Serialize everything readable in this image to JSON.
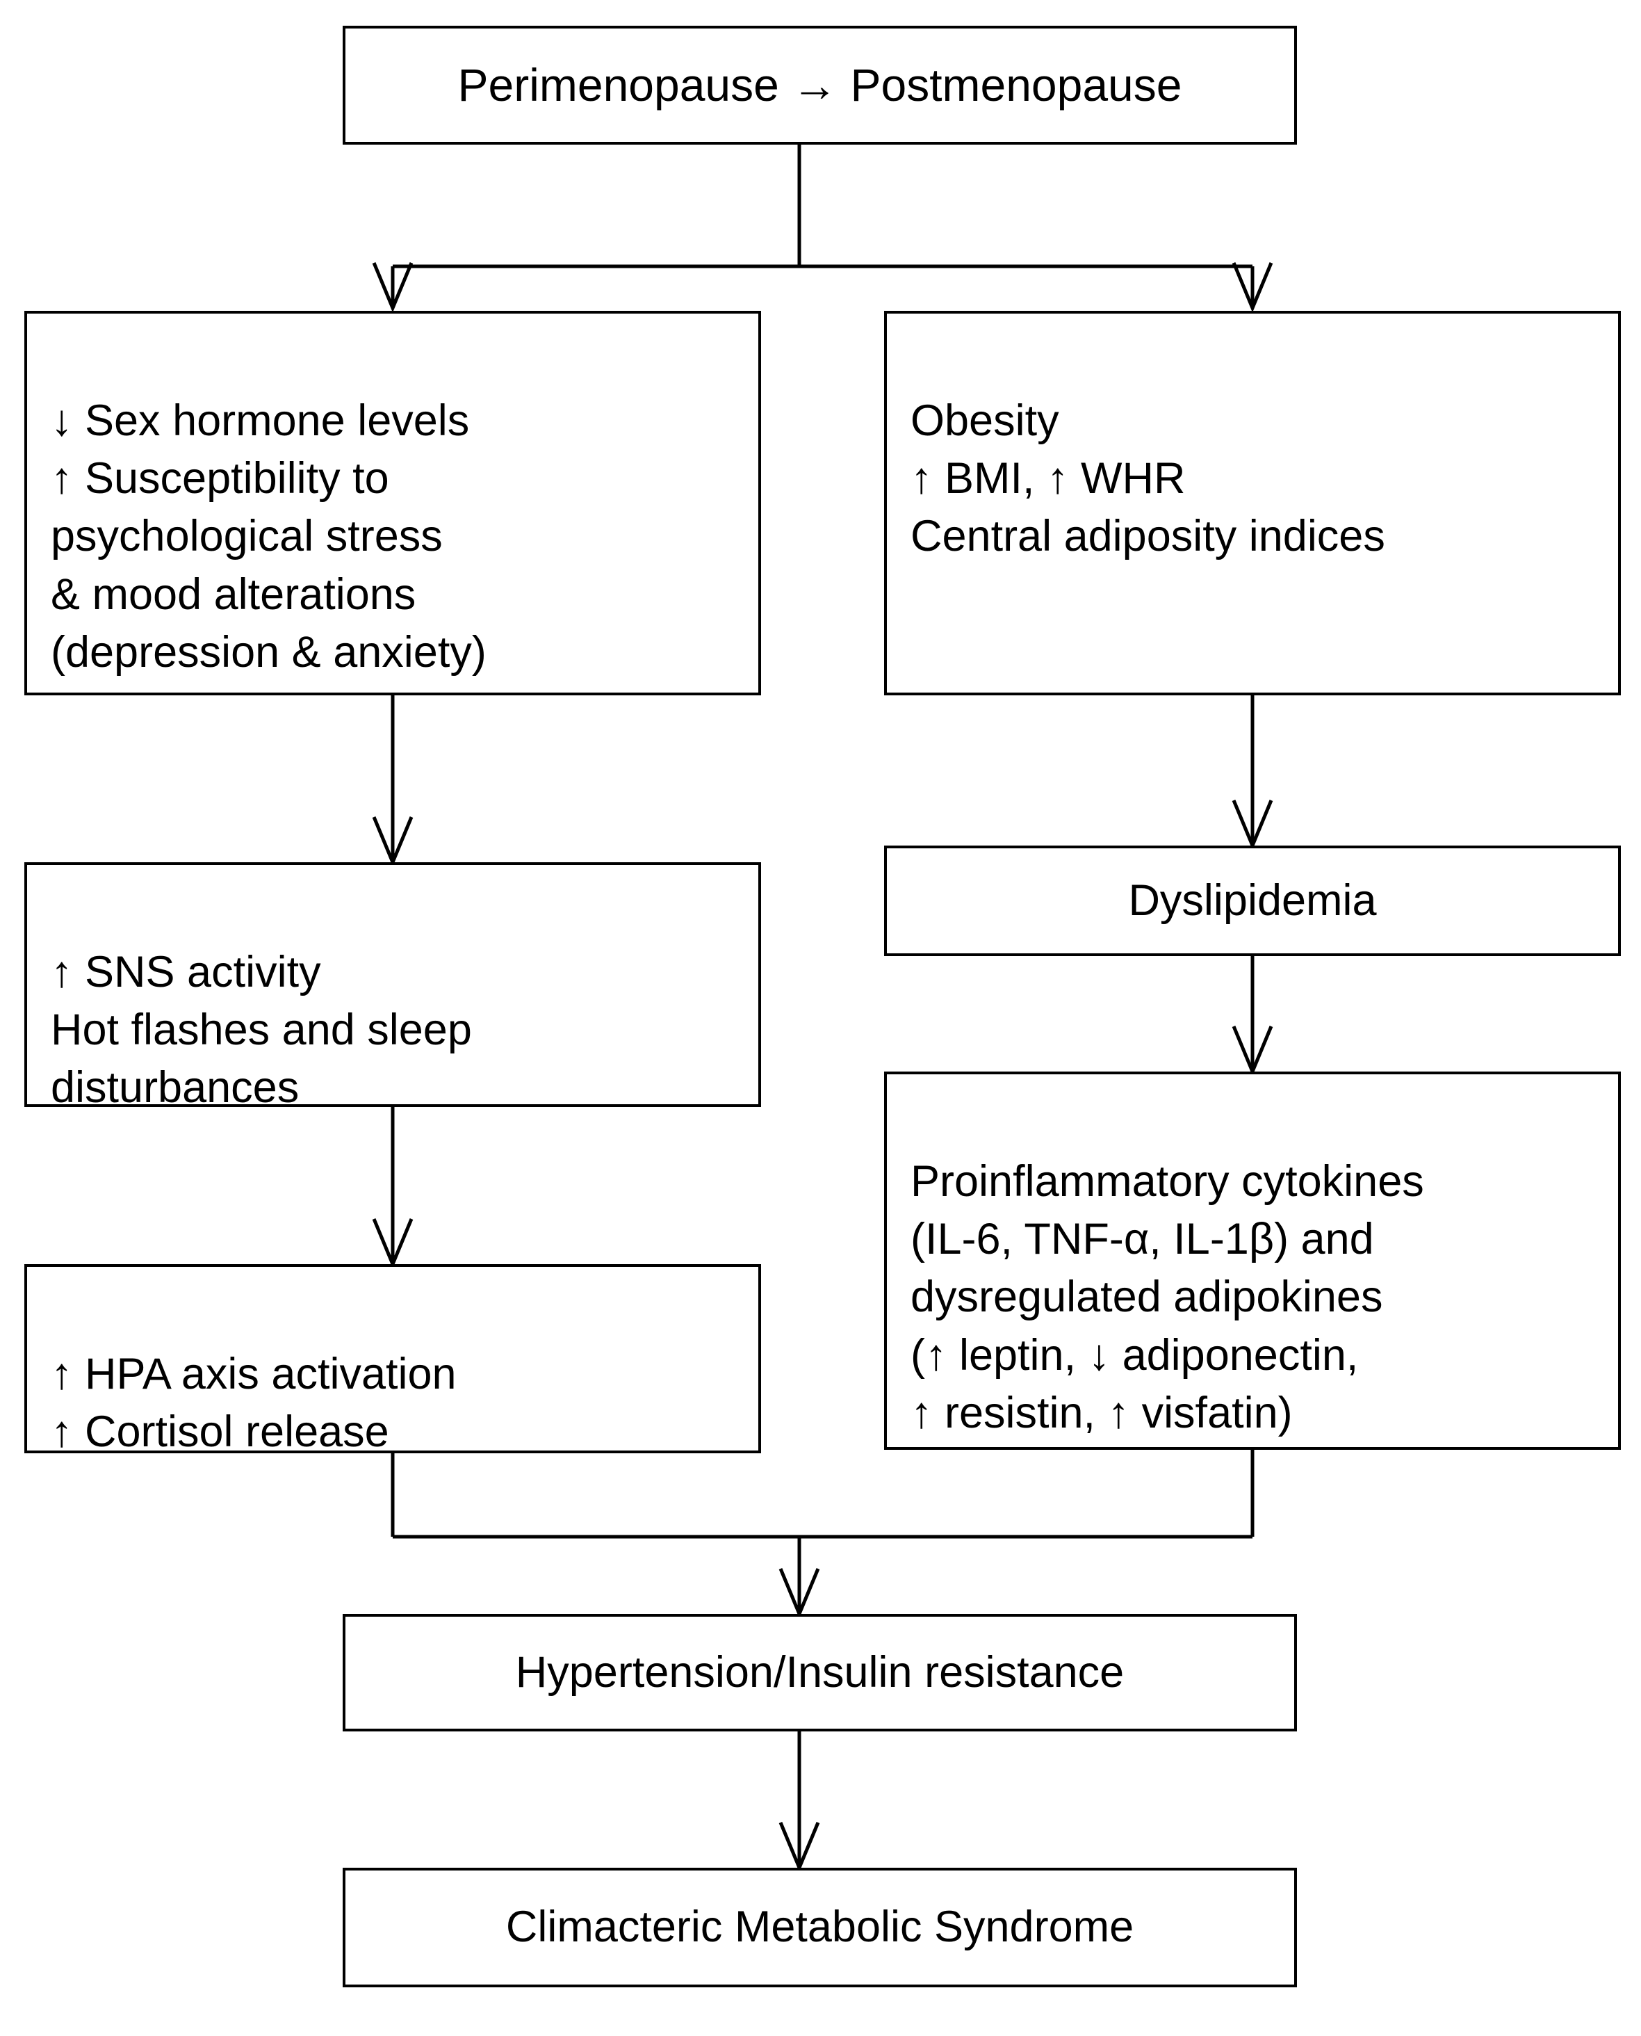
{
  "diagram": {
    "title_node": {
      "id": "perimenopause-postmenopause",
      "text": "Perimenopause → Postmenopause"
    },
    "nodes": [
      {
        "id": "sex-hormone-stress",
        "text": "↓ Sex hormone levels\n↑ Susceptibility to\npsychological stress\n& mood alterations\n(depression & anxiety)"
      },
      {
        "id": "obesity",
        "text": "Obesity\n↑ BMI, ↑ WHR\nCentral adiposity indices"
      },
      {
        "id": "sns-activity",
        "text": "↑ SNS activity\nHot flashes and sleep\ndisturbances"
      },
      {
        "id": "dyslipidemia",
        "text": "Dyslipidemia"
      },
      {
        "id": "cytokines-adipokines",
        "text": "Proinflammatory cytokines\n(IL-6, TNF-α, IL-1β) and\ndysregulated adipokines\n(↑ leptin, ↓ adiponectin,\n↑ resistin, ↑ visfatin)"
      },
      {
        "id": "hpa-cortisol",
        "text": "↑ HPA axis activation\n↑ Cortisol release"
      },
      {
        "id": "hypertension-insulin-resistance",
        "text": "Hypertension/Insulin resistance"
      },
      {
        "id": "climacteric-metabolic-syndrome",
        "text": "Climacteric Metabolic Syndrome"
      }
    ],
    "colors": {
      "stroke": "#000000",
      "fill": "#ffffff",
      "text": "#000000"
    }
  }
}
